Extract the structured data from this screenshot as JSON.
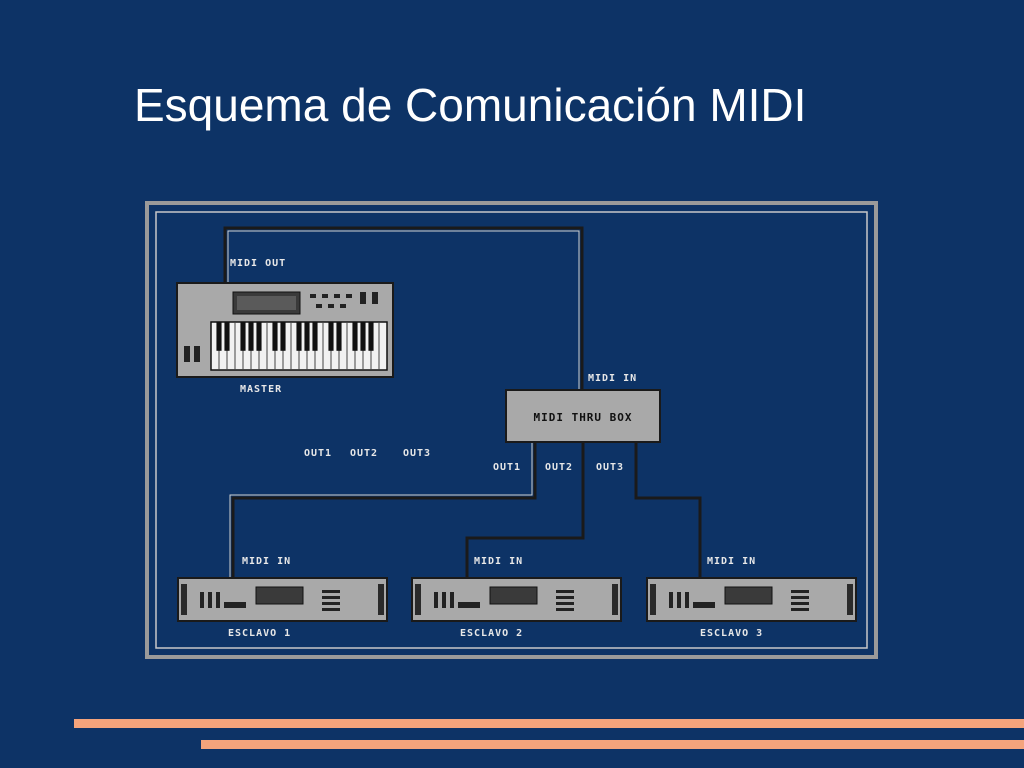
{
  "title": "Esquema de Comunicación MIDI",
  "diagram": {
    "master": {
      "port_label": "MIDI OUT",
      "name": "MASTER"
    },
    "thru_box": {
      "name": "MIDI THRU BOX",
      "in_label": "MIDI IN"
    },
    "out_labels_left": [
      "OUT1",
      "OUT2",
      "OUT3"
    ],
    "out_labels_box": [
      "OUT1",
      "OUT2",
      "OUT3"
    ],
    "slaves": [
      {
        "port_label": "MIDI IN",
        "name": "ESCLAVO 1"
      },
      {
        "port_label": "MIDI IN",
        "name": "ESCLAVO 2"
      },
      {
        "port_label": "MIDI IN",
        "name": "ESCLAVO 3"
      }
    ]
  },
  "colors": {
    "background": "#0d3366",
    "accent_stripe": "#f4a47c",
    "device_gray": "#a9a9a9"
  }
}
